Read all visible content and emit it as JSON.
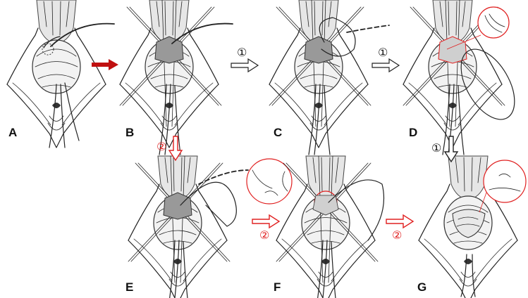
{
  "panels": [
    {
      "id": "A",
      "label": "A"
    },
    {
      "id": "B",
      "label": "B"
    },
    {
      "id": "C",
      "label": "C"
    },
    {
      "id": "D",
      "label": "D"
    },
    {
      "id": "E",
      "label": "E"
    },
    {
      "id": "F",
      "label": "F"
    },
    {
      "id": "G",
      "label": "G"
    }
  ],
  "steps": {
    "one": "①",
    "two": "②"
  },
  "colors": {
    "ink": "#222222",
    "step_one": "#111111",
    "step_two": "#e02020",
    "arrow_main": "#222222",
    "shade": "#d8d8d8"
  }
}
